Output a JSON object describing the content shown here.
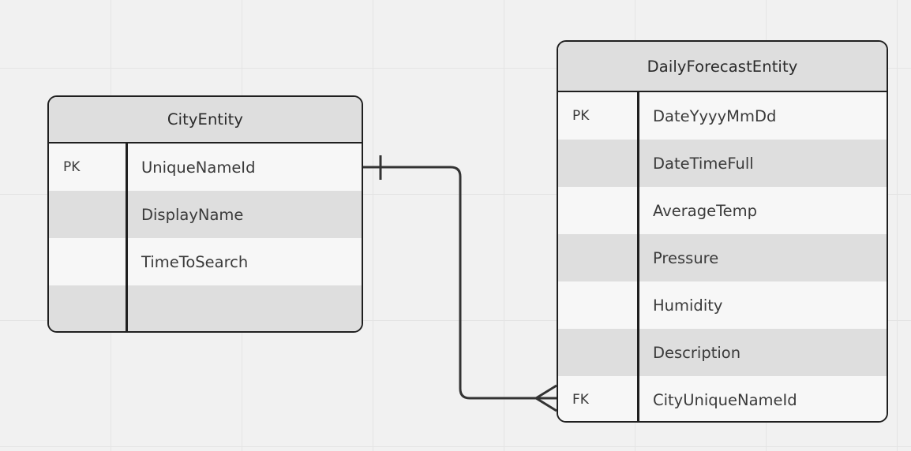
{
  "canvas": {
    "background_color": "#f1f1f1",
    "grid_color": "#e4e4e4",
    "line_color": "#333333",
    "border_color": "#1f1f1f",
    "header_fill": "#dedede",
    "row_fill_odd": "#f7f7f7",
    "row_fill_even": "#dedede",
    "text_color": "#3a3a3a"
  },
  "entities": [
    {
      "id": "city",
      "title": "CityEntity",
      "rows": [
        {
          "key": "PK",
          "attribute": "UniqueNameId"
        },
        {
          "key": "",
          "attribute": "DisplayName"
        },
        {
          "key": "",
          "attribute": "TimeToSearch"
        },
        {
          "key": "",
          "attribute": ""
        }
      ]
    },
    {
      "id": "forecast",
      "title": "DailyForecastEntity",
      "rows": [
        {
          "key": "PK",
          "attribute": "DateYyyyMmDd"
        },
        {
          "key": "",
          "attribute": "DateTimeFull"
        },
        {
          "key": "",
          "attribute": "AverageTemp"
        },
        {
          "key": "",
          "attribute": "Pressure"
        },
        {
          "key": "",
          "attribute": "Humidity"
        },
        {
          "key": "",
          "attribute": "Description"
        },
        {
          "key": "FK",
          "attribute": "CityUniqueNameId"
        }
      ]
    }
  ],
  "relationships": [
    {
      "id": "city-to-forecast",
      "from_entity": "CityEntity",
      "from_attribute": "UniqueNameId",
      "to_entity": "DailyForecastEntity",
      "to_attribute": "CityUniqueNameId",
      "from_cardinality": "one",
      "to_cardinality": "many",
      "notation": "crows-foot"
    }
  ]
}
